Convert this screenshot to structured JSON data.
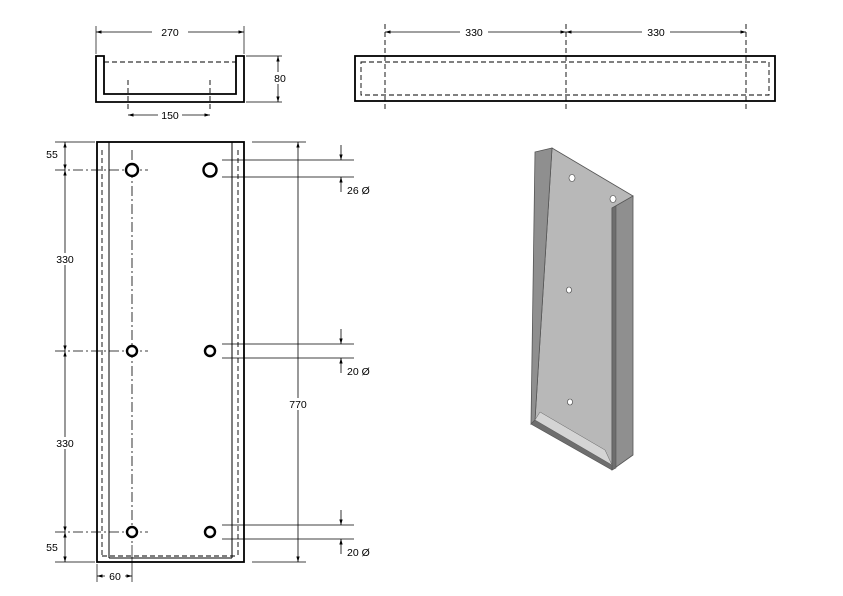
{
  "front_view": {
    "width_label": "270",
    "height_label": "80",
    "inner_spacing_label": "150"
  },
  "top_view": {
    "segment_left_label": "330",
    "segment_right_label": "330"
  },
  "main_view": {
    "top_offset_label": "55",
    "upper_spacing_label": "330",
    "lower_spacing_label": "330",
    "bottom_offset_label": "55",
    "total_height_label": "770",
    "side_offset_label": "60",
    "hole_top_label": "26 Ø",
    "hole_middle_label": "20 Ø",
    "hole_bottom_label": "20 Ø"
  },
  "iso_view": {
    "face_color": "#b8b8b8",
    "side_color": "#8f8f8f",
    "dark_color": "#6e6e6e",
    "light_color": "#d4d4d4"
  }
}
